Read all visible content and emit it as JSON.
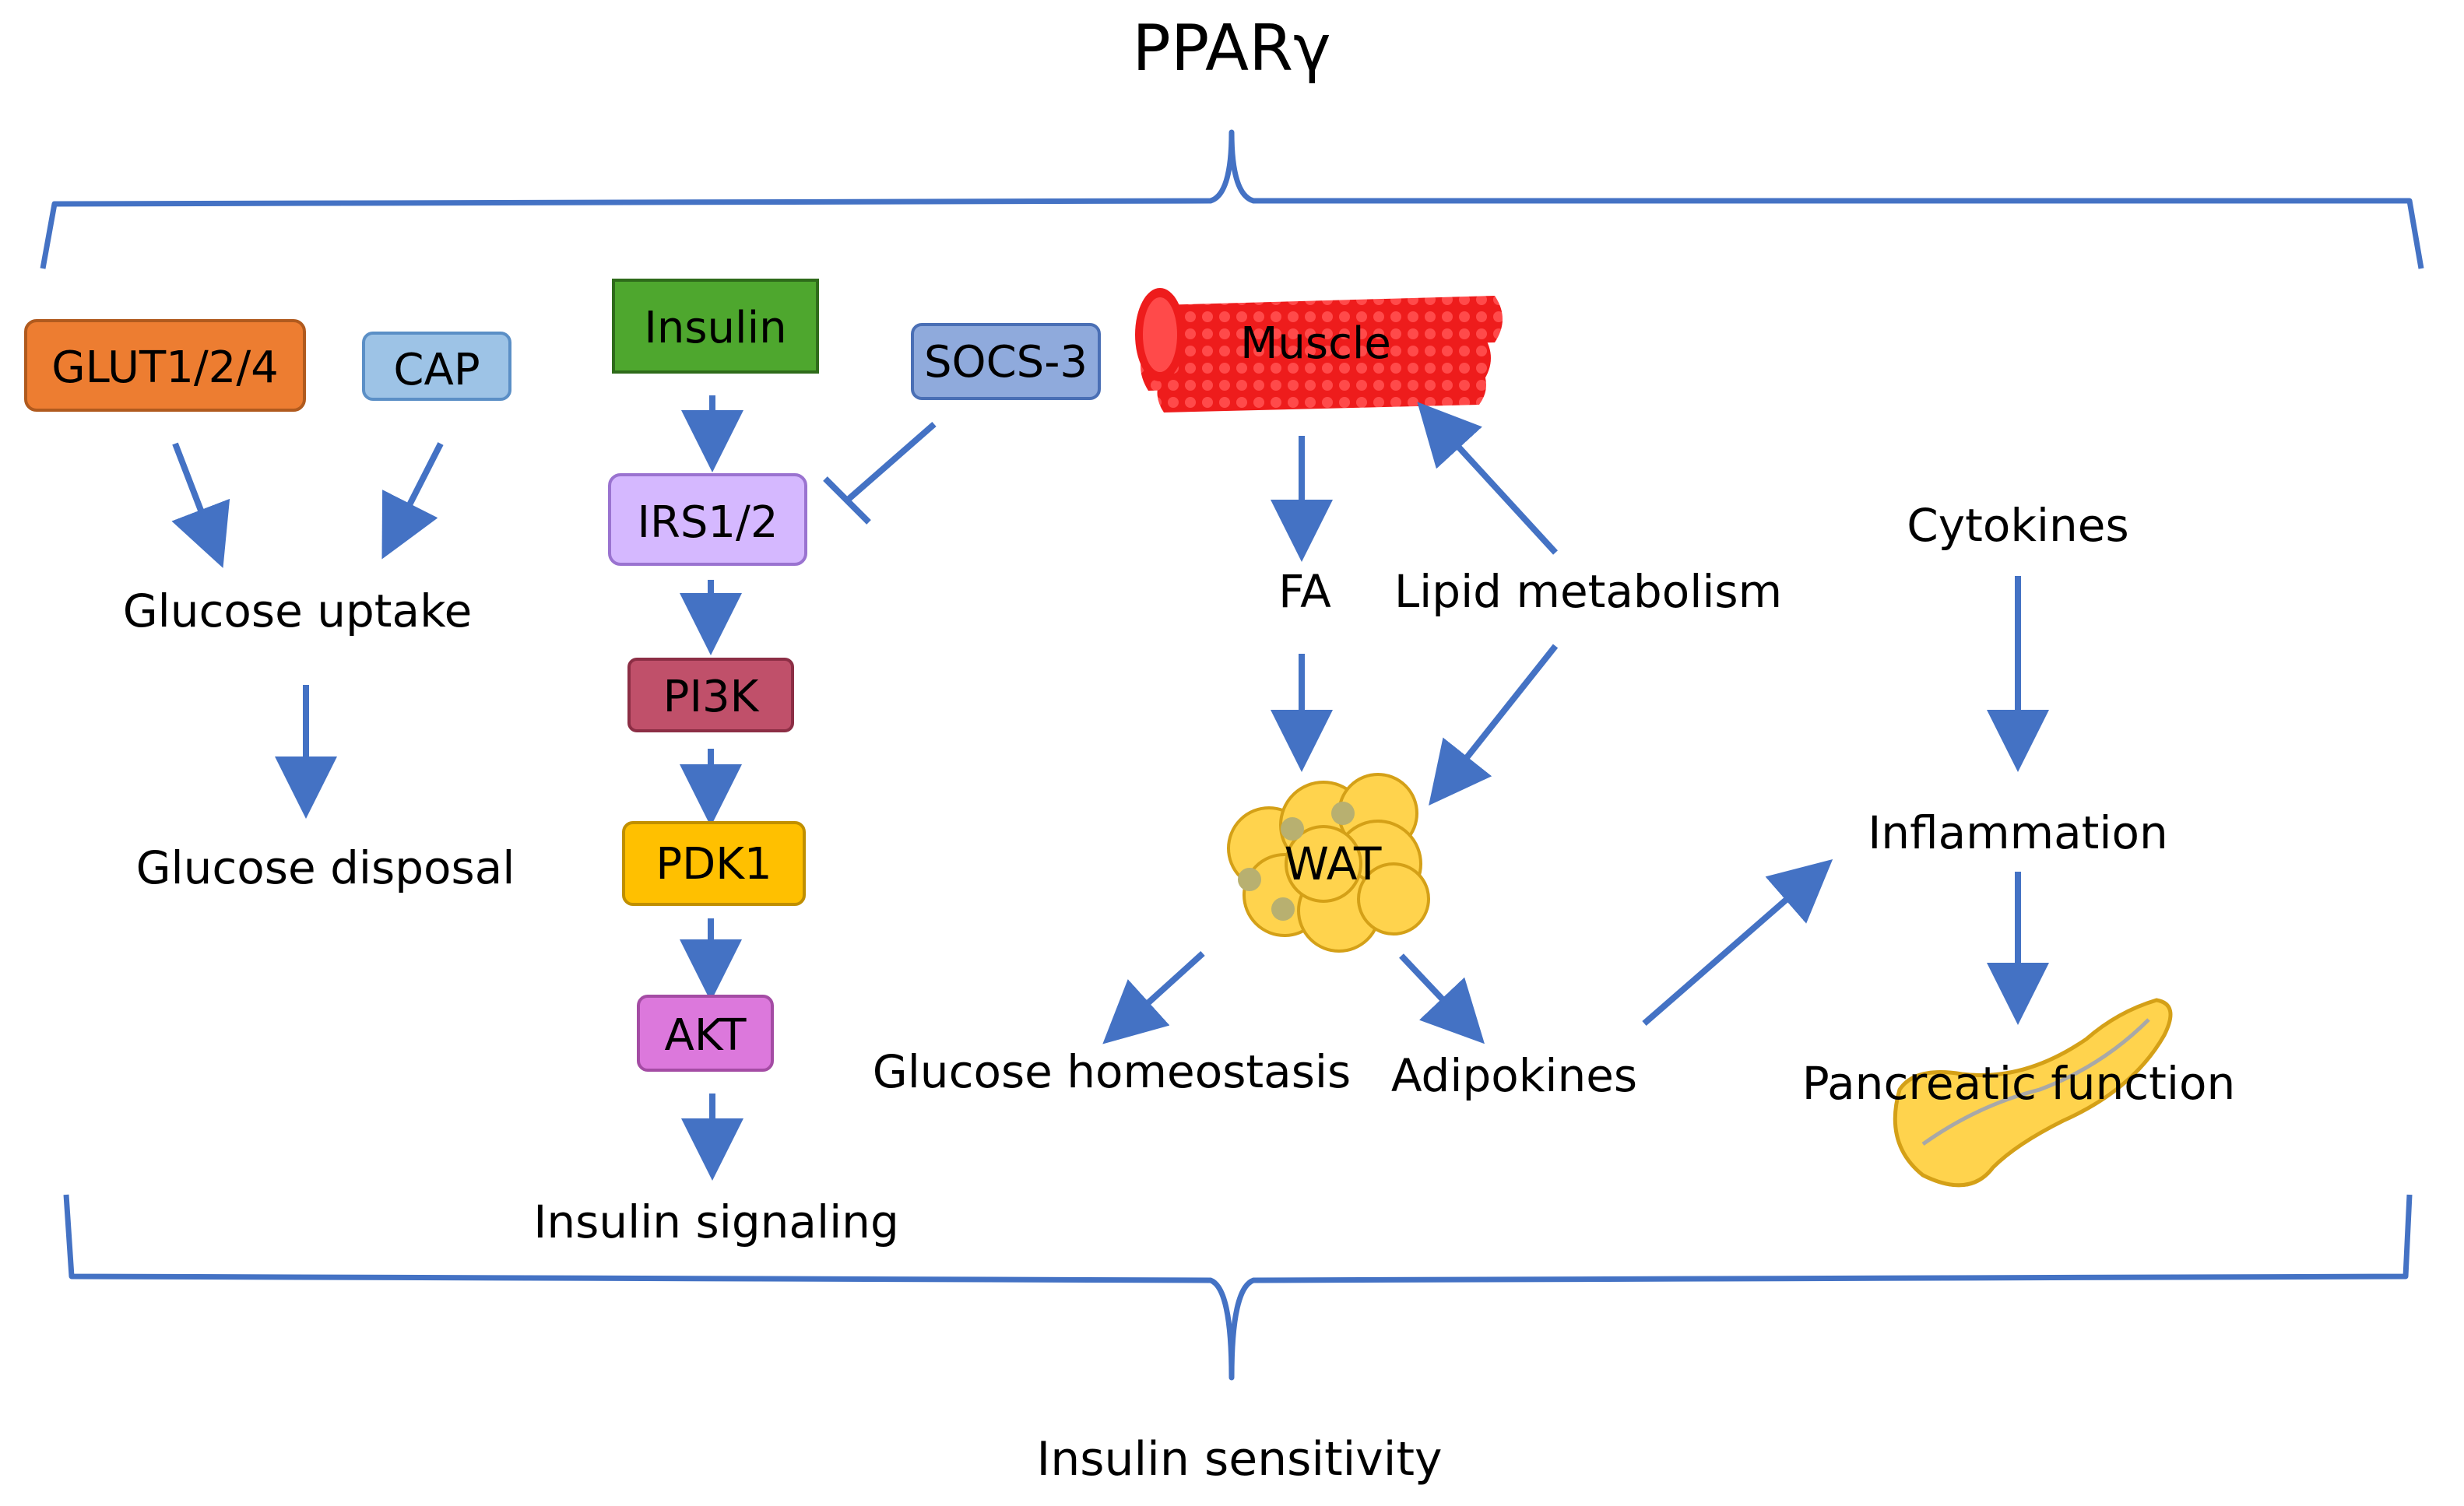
{
  "title": "PPARγ",
  "footer": "Insulin sensitivity",
  "colors": {
    "arrow": "#4472C4",
    "brace": "#4472C4",
    "glut_fill": "#ED7D31",
    "cap_fill": "#9DC3E6",
    "insulin_fill": "#4EA72E",
    "socs_fill": "#8FAADC",
    "irs_fill": "#D5B8FF",
    "pi3k_fill": "#C0506A",
    "pdk1_fill": "#FFC000",
    "akt_fill": "#DC78DC",
    "muscle": "#EE1C1C",
    "wat": "#FFD34D",
    "pancreas": "#FFD34D"
  },
  "boxes": {
    "glut": "GLUT1/2/4",
    "cap": "CAP",
    "insulin": "Insulin",
    "socs3": "SOCS-3",
    "irs": "IRS1/2",
    "pi3k": "PI3K",
    "pdk1": "PDK1",
    "akt": "AKT"
  },
  "labels": {
    "glucose_uptake": "Glucose uptake",
    "glucose_disposal": "Glucose disposal",
    "insulin_signaling": "Insulin signaling",
    "muscle": "Muscle",
    "fa": "FA",
    "lipid_metabolism": "Lipid metabolism",
    "wat": "WAT",
    "glucose_homeostasis": "Glucose homeostasis",
    "adipokines": "Adipokines",
    "cytokines": "Cytokines",
    "inflammation": "Inflammation",
    "pancreatic_function": "Pancreatic function"
  }
}
